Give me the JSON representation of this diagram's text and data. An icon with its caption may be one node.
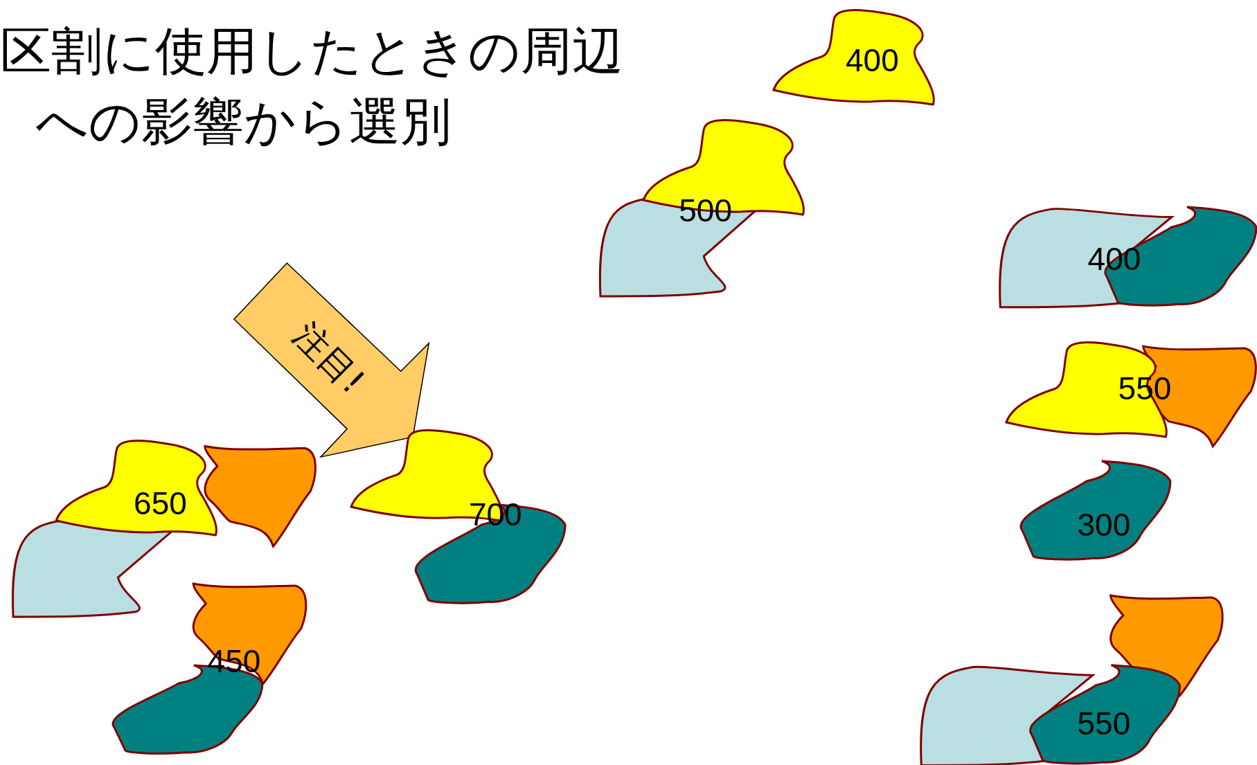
{
  "diagram": {
    "title": "区割に使用したときの周辺への影響から選別",
    "nodes": [
      {
        "text": [
          "400"
        ]
      },
      {
        "text": [
          "500"
        ]
      },
      {
        "text": [
          "400"
        ]
      },
      {
        "text": [
          "550"
        ]
      },
      {
        "text": [
          "300"
        ]
      },
      {
        "text": [
          "550"
        ]
      },
      {
        "text": [
          "注目!"
        ]
      },
      {
        "text": [
          "650"
        ]
      },
      {
        "text": [
          "700"
        ]
      },
      {
        "text": [
          "450"
        ]
      }
    ]
  }
}
